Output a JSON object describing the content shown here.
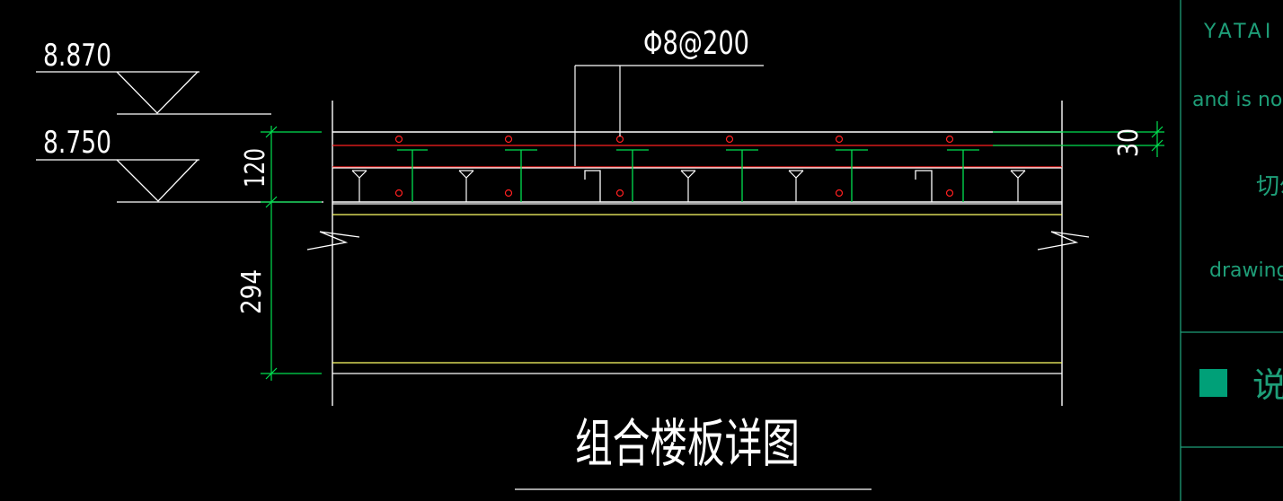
{
  "drawing": {
    "title": "组合楼板详图",
    "rebar_callout": "Φ8@200",
    "elevations": [
      "8.870",
      "8.750"
    ],
    "dimensions": {
      "slab_thickness": "120",
      "beam_depth": "294",
      "cover": "30"
    }
  },
  "title_block": {
    "company": "YATAI",
    "notice_en": "and is not",
    "notice_cn": "切勿",
    "drawings": "drawings",
    "legend_label": "说"
  },
  "colors": {
    "background": "#000000",
    "linework": "#ffffff",
    "dimension": "#00ff00",
    "rebar": "#ff2020",
    "beam_flange": "#ffff66",
    "title_block_text": "#1e9e78",
    "legend_swatch": "#00a078"
  }
}
